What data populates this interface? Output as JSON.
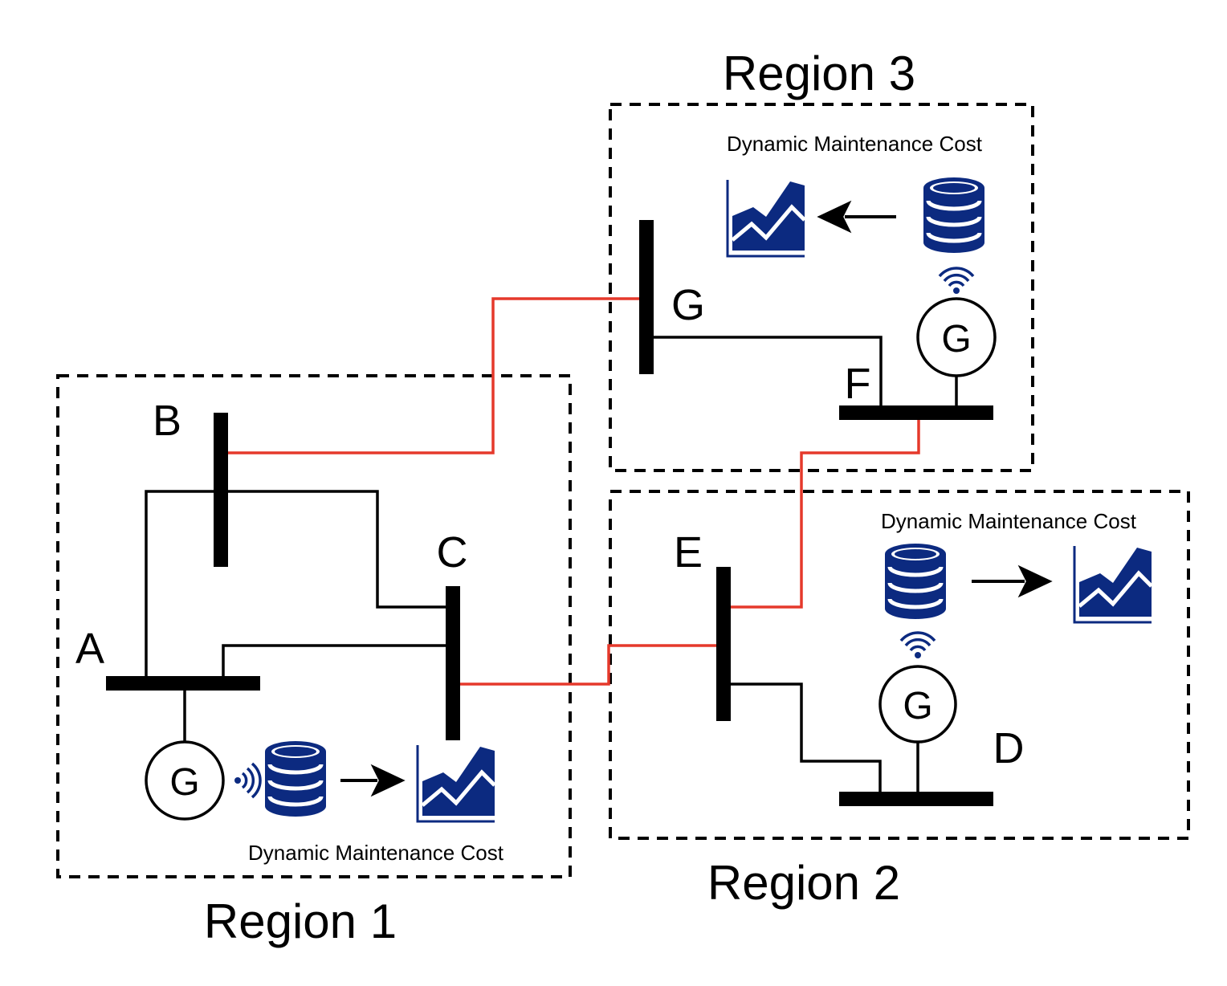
{
  "regions": {
    "r1": "Region 1",
    "r2": "Region 2",
    "r3": "Region 3"
  },
  "buses": {
    "a": "A",
    "b": "B",
    "c": "C",
    "d": "D",
    "e": "E",
    "f": "F",
    "g": "G"
  },
  "generators": {
    "g1": "G",
    "g2": "G",
    "g3": "G"
  },
  "cost_labels": {
    "r1": "Dynamic Maintenance Cost",
    "r2": "Dynamic Maintenance Cost",
    "r3": "Dynamic Maintenance Cost"
  },
  "colors": {
    "inter_region_line": "#e5392b",
    "intra_region_line": "#000000",
    "icon_navy": "#0c2a80"
  },
  "icons": [
    "database-icon",
    "wifi-signal-icon",
    "area-chart-icon",
    "arrow-right-icon",
    "arrow-left-icon"
  ]
}
